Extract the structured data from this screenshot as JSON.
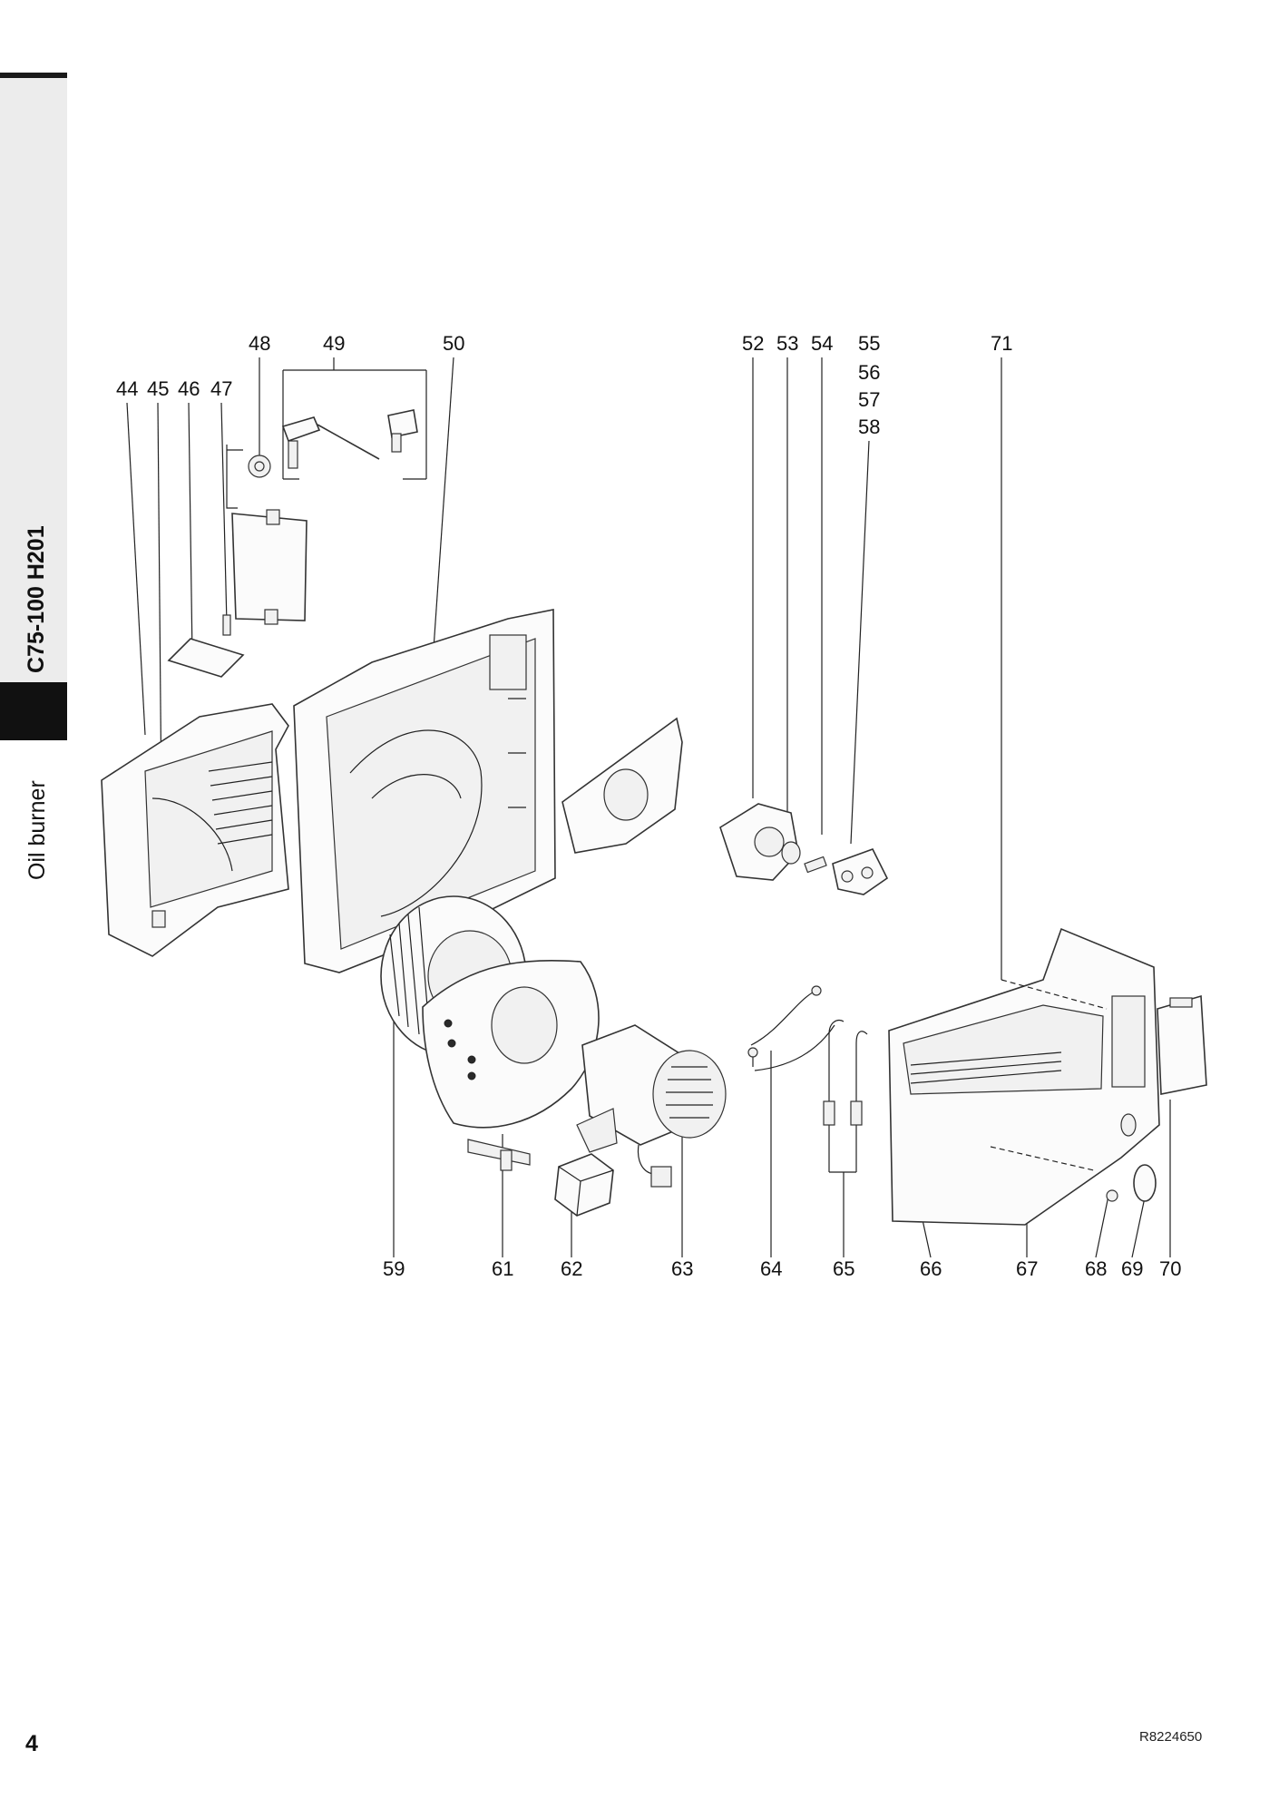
{
  "sidebar": {
    "model": "C75-100 H201",
    "section": "Oil burner"
  },
  "page_number": "4",
  "document_code": "R8224650",
  "callouts": [
    "44",
    "45",
    "46",
    "47",
    "48",
    "49",
    "50",
    "52",
    "53",
    "54",
    "55",
    "56",
    "57",
    "58",
    "71",
    "59",
    "61",
    "62",
    "63",
    "64",
    "65",
    "66",
    "67",
    "68",
    "69",
    "70"
  ]
}
